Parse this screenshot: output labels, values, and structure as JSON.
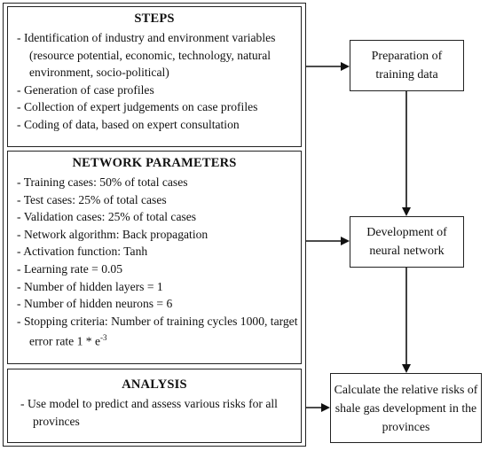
{
  "steps": {
    "title": "STEPS",
    "items": [
      "Identification of industry and environment variables (resource potential, economic, technology, natural environment, socio-political)",
      "Generation of case profiles",
      "Collection of expert judgements on case profiles",
      "Coding of data, based on expert consultation"
    ]
  },
  "network": {
    "title": "NETWORK PARAMETERS",
    "items": [
      "Training cases: 50% of total cases",
      "Test cases: 25% of total cases",
      "Validation cases: 25% of total cases",
      "Network algorithm: Back propagation",
      "Activation function: Tanh",
      "Learning rate = 0.05",
      "Number of hidden layers = 1",
      "Number of hidden neurons = 6"
    ],
    "last_item_prefix": "Stopping criteria: Number of training cycles 1000, target error rate 1 * e",
    "last_item_sup": "-3"
  },
  "analysis": {
    "title": "ANALYSIS",
    "text": "Use model to predict and assess various risks for all provinces"
  },
  "flow": {
    "box1": "Preparation of training data",
    "box2": "Development of neural network",
    "box3": "Calculate the relative risks of shale gas development in the provinces"
  }
}
